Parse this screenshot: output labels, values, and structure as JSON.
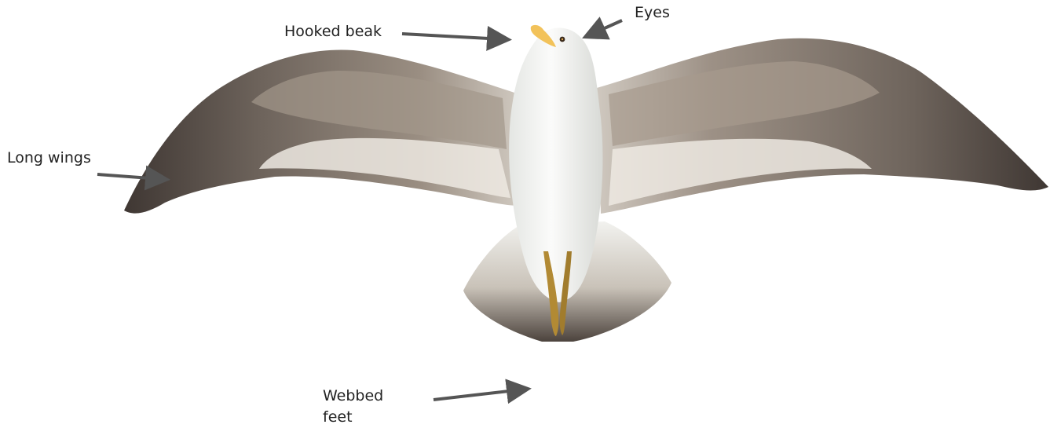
{
  "labels": {
    "beak": "Hooked beak",
    "eyes": "Eyes",
    "wings": "Long wings",
    "feet": "Webbed feet"
  },
  "colors": {
    "arrow": "#555555",
    "body": "#f4f5f2",
    "wing_mottle": "#8c7f72",
    "wing_tip": "#3f3733",
    "beak": "#f2c25a",
    "legs": "#b28a34"
  }
}
